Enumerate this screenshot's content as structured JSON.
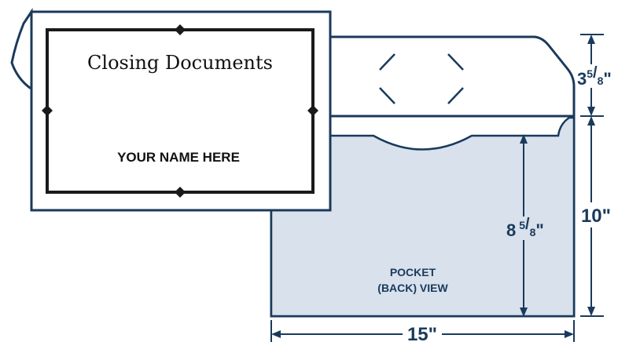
{
  "front": {
    "title": "Closing Documents",
    "name": "YOUR NAME HERE"
  },
  "pocket": {
    "label_line1": "POCKET",
    "label_line2": "(BACK) VIEW"
  },
  "dimensions": {
    "flap_height": {
      "whole": "3",
      "numerator": "5",
      "denominator": "8",
      "unit": "\""
    },
    "total_height": "10\"",
    "pocket_height": {
      "whole": "8",
      "numerator": "5",
      "denominator": "8",
      "unit": "\""
    },
    "width": "15\""
  },
  "colors": {
    "outline": "#1a3a5c",
    "pocket_fill": "#d8e1ec",
    "frame": "#1a1a1a",
    "background": "#ffffff"
  }
}
